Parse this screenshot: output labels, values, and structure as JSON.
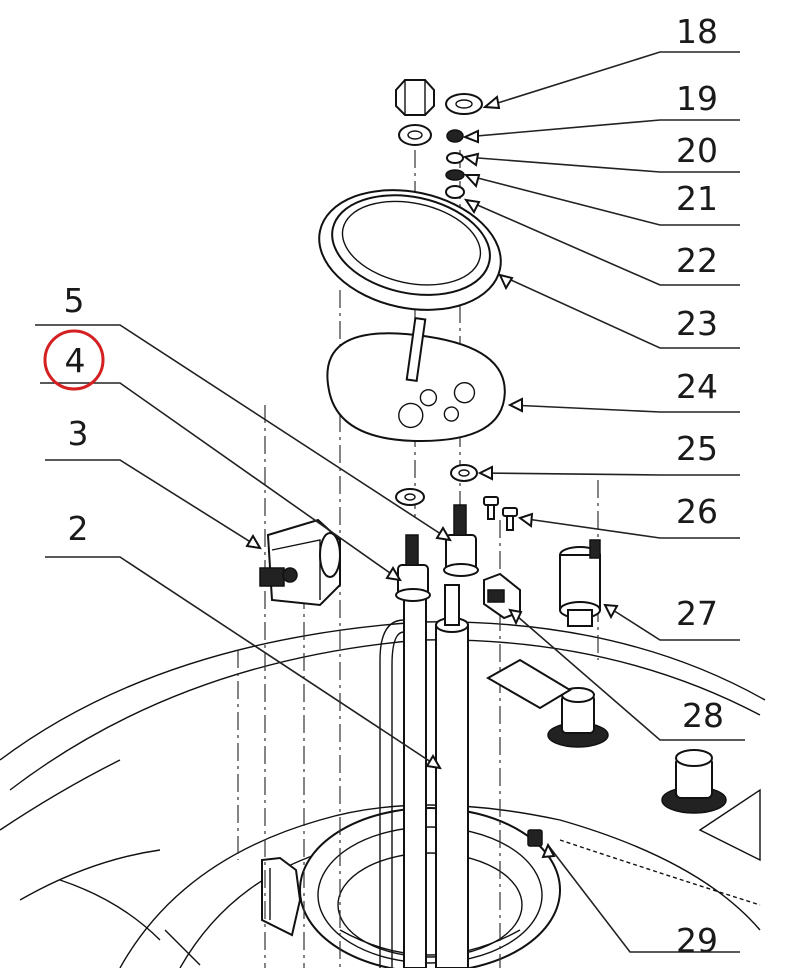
{
  "callouts": [
    {
      "id": "2",
      "label": "2"
    },
    {
      "id": "3",
      "label": "3"
    },
    {
      "id": "4",
      "label": "4"
    },
    {
      "id": "5",
      "label": "5"
    },
    {
      "id": "18",
      "label": "18"
    },
    {
      "id": "19",
      "label": "19"
    },
    {
      "id": "20",
      "label": "20"
    },
    {
      "id": "21",
      "label": "21"
    },
    {
      "id": "22",
      "label": "22"
    },
    {
      "id": "23",
      "label": "23"
    },
    {
      "id": "24",
      "label": "24"
    },
    {
      "id": "25",
      "label": "25"
    },
    {
      "id": "26",
      "label": "26"
    },
    {
      "id": "27",
      "label": "27"
    },
    {
      "id": "28",
      "label": "28"
    },
    {
      "id": "29",
      "label": "29"
    }
  ],
  "highlight": {
    "callout": "4",
    "color": "#d42020"
  },
  "colors": {
    "line": "#111111",
    "background": "#ffffff"
  }
}
